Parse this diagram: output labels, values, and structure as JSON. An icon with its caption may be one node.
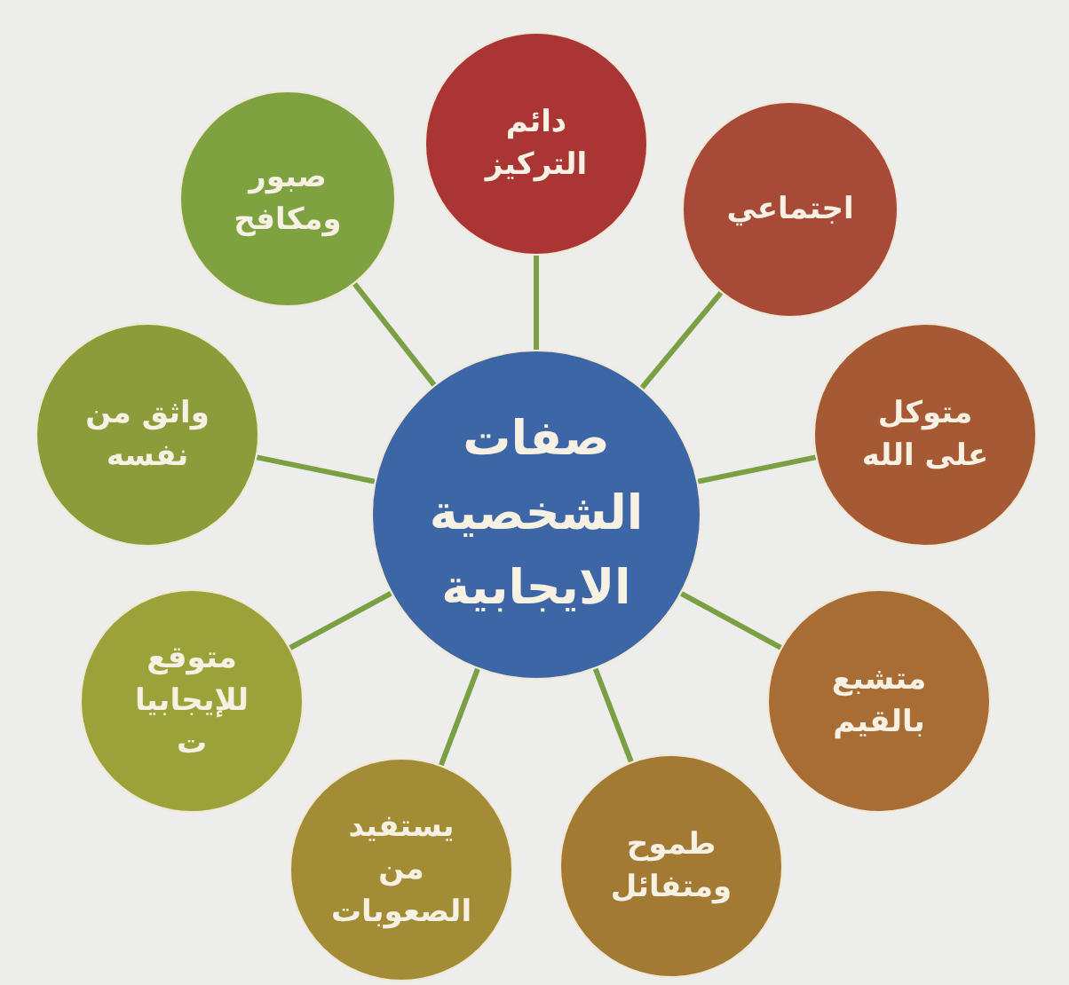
{
  "diagram": {
    "nodes": [
      {
        "text": [
          "صفات الشخصية الايجابية"
        ]
      },
      {
        "text": [
          "دائم التركيز"
        ]
      },
      {
        "text": [
          "اجتماعي"
        ]
      },
      {
        "text": [
          "متوكل على الله"
        ]
      },
      {
        "text": [
          "متشبع بالقيم"
        ]
      },
      {
        "text": [
          "طموح ومتفائل"
        ]
      },
      {
        "text": [
          "يستفيد من الصعوبات"
        ]
      },
      {
        "text": [
          "متوقع للإيجابيا ت"
        ]
      },
      {
        "text": [
          "واثق من نفسه"
        ]
      },
      {
        "text": [
          "صبور ومكافح"
        ]
      }
    ],
    "edges": [
      {
        "from": 0,
        "to": 1,
        "arrow": "none"
      },
      {
        "from": 0,
        "to": 2,
        "arrow": "none"
      },
      {
        "from": 0,
        "to": 3,
        "arrow": "none"
      },
      {
        "from": 0,
        "to": 4,
        "arrow": "none"
      },
      {
        "from": 0,
        "to": 5,
        "arrow": "none"
      },
      {
        "from": 0,
        "to": 6,
        "arrow": "none"
      },
      {
        "from": 0,
        "to": 7,
        "arrow": "none"
      },
      {
        "from": 0,
        "to": 8,
        "arrow": "none"
      },
      {
        "from": 0,
        "to": 9,
        "arrow": "none"
      }
    ]
  }
}
